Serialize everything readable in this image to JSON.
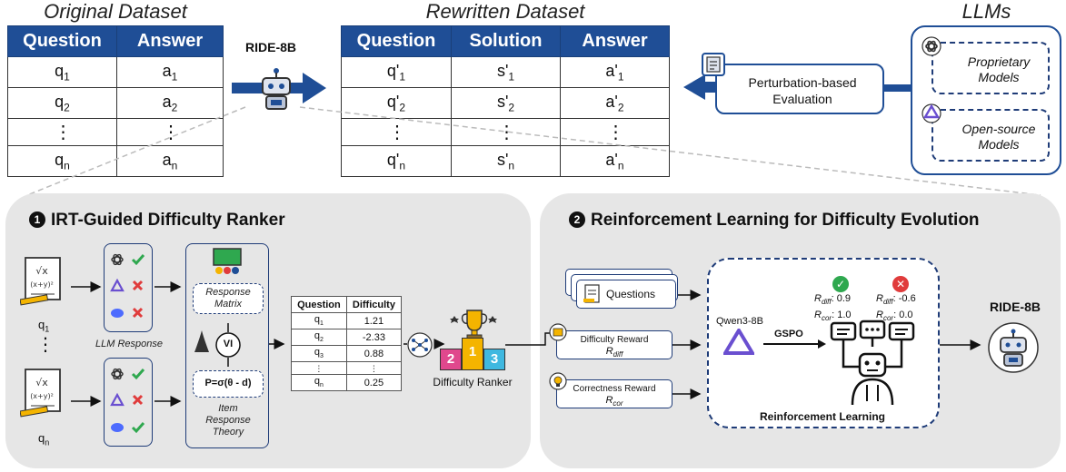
{
  "top": {
    "original_title": "Original Dataset",
    "rewritten_title": "Rewritten Dataset",
    "llms_title": "LLMs",
    "original_table": {
      "headers": [
        "Question",
        "Answer"
      ],
      "rows": [
        [
          "q",
          "1",
          "a",
          "1"
        ],
        [
          "q",
          "2",
          "a",
          "2"
        ]
      ],
      "last": [
        "q",
        "n",
        "a",
        "n"
      ],
      "dots": "⋮"
    },
    "rewritten_table": {
      "headers": [
        "Question",
        "Solution",
        "Answer"
      ],
      "rows": [
        [
          "q'",
          "1",
          "s'",
          "1",
          "a'",
          "1"
        ],
        [
          "q'",
          "2",
          "s'",
          "2",
          "a'",
          "2"
        ]
      ],
      "last": [
        "q'",
        "n",
        "s'",
        "n",
        "a'",
        "n"
      ],
      "dots": "⋮"
    },
    "model_label": "RIDE-8B",
    "perturbation": "Perturbation-based Evaluation",
    "proprietary": "Proprietary Models",
    "opensource": "Open-source Models"
  },
  "panel1": {
    "num": "1",
    "title": "IRT-Guided Difficulty Ranker",
    "q_top": "q",
    "q_top_sub": "1",
    "q_bot": "q",
    "q_bot_sub": "n",
    "dots": "⋮",
    "llm_response": "LLM Response",
    "response_matrix": "Response Matrix",
    "vi": "VI",
    "formula": "P=σ(θ - d)",
    "irt": "Item Response Theory",
    "diff_table": {
      "headers": [
        "Question",
        "Difficulty"
      ],
      "rows": [
        [
          "q",
          "1",
          "1.21"
        ],
        [
          "q",
          "2",
          "-2.33"
        ],
        [
          "q",
          "3",
          "0.88"
        ]
      ],
      "dots": "⋮",
      "last": [
        "q",
        "n",
        "0.25"
      ]
    },
    "ranker": "Difficulty Ranker",
    "podium": [
      "2",
      "1",
      "3"
    ]
  },
  "panel2": {
    "num": "2",
    "title": "Reinforcement Learning for Difficulty Evolution",
    "questions": "Questions",
    "diff_reward": "Difficulty Reward",
    "diff_reward_sym": "R",
    "diff_reward_sub": "diff",
    "cor_reward": "Correctness Reward",
    "cor_reward_sym": "R",
    "cor_reward_sub": "cor",
    "qwen": "Qwen3-8B",
    "gspo": "GSPO",
    "left_scores": {
      "r_diff": "0.9",
      "r_cor": "1.0"
    },
    "right_scores": {
      "r_diff": "-0.6",
      "r_cor": "0.0"
    },
    "rl_label": "Reinforcement Learning",
    "output": "RIDE-8B"
  },
  "colors": {
    "navy": "#1f4e96",
    "border": "#1f3c78",
    "panel": "#e6e6e6",
    "green": "#2fa84f",
    "red": "#e03c3c"
  }
}
